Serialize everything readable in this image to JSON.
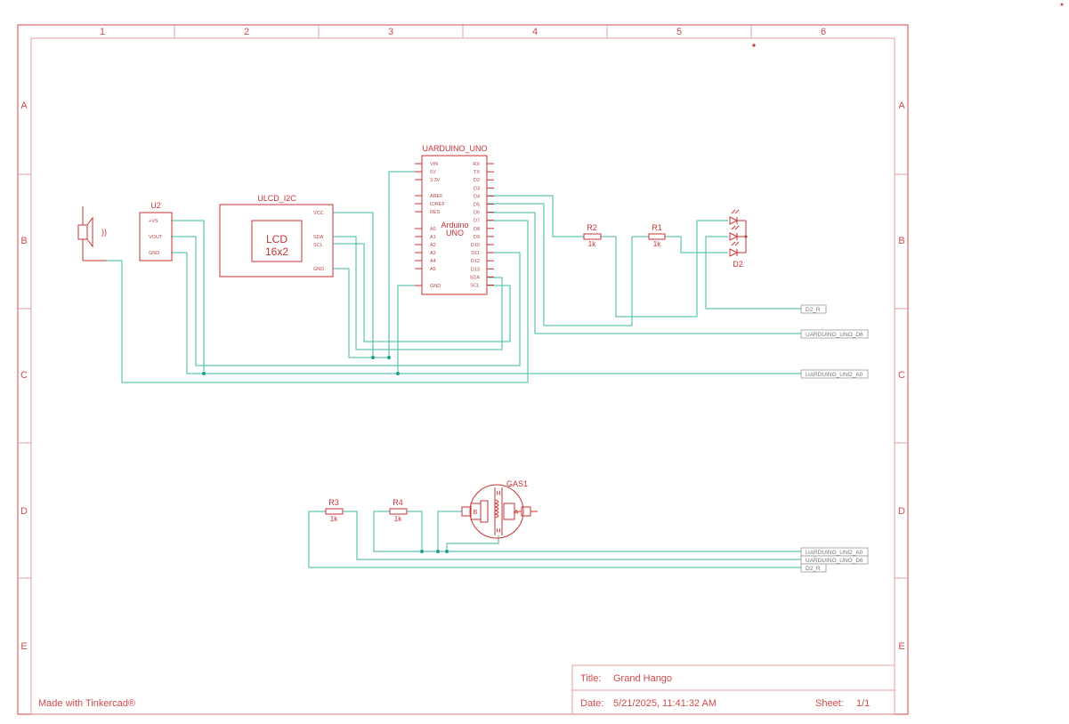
{
  "frame": {
    "columns": [
      "1",
      "2",
      "3",
      "4",
      "5",
      "6"
    ],
    "rows": [
      "A",
      "B",
      "C",
      "D",
      "E"
    ]
  },
  "footer": {
    "made_with": "Made with Tinkercad®",
    "title_label": "Title:",
    "title_value": "Grand Hango",
    "date_label": "Date:",
    "date_value": "5/21/2025, 11:41:32 AM",
    "sheet_label": "Sheet:",
    "sheet_value": "1/1"
  },
  "components": {
    "arduino": {
      "name": "UARDUINO_UNO",
      "body_line1": "Arduino",
      "body_line2": "UNO",
      "left_pins": [
        "VIN",
        "5V",
        "3.3V",
        "AREF",
        "IOREF",
        "RES",
        "A0",
        "A1",
        "A2",
        "A3",
        "A4",
        "A5",
        "GND"
      ],
      "right_pins": [
        "RX",
        "TX",
        "D2",
        "D3",
        "D4",
        "D5",
        "D6",
        "D7",
        "D8",
        "D9",
        "D10",
        "D11",
        "D12",
        "D13",
        "SDA",
        "SCL"
      ]
    },
    "lcd": {
      "name": "ULCD_I2C",
      "body_line1": "LCD",
      "body_line2": "16x2",
      "pins": [
        "VCC",
        "SDA",
        "SCL",
        "GND"
      ]
    },
    "u2": {
      "name": "U2",
      "pins": [
        "+VS",
        "VOUT",
        "GND"
      ]
    },
    "speaker_symbol": "))",
    "r1": {
      "name": "R1",
      "value": "1k"
    },
    "r2": {
      "name": "R2",
      "value": "1k"
    },
    "r3": {
      "name": "R3",
      "value": "1k"
    },
    "r4": {
      "name": "R4",
      "value": "1k"
    },
    "d2": {
      "name": "D2"
    },
    "gas": {
      "name": "GAS1",
      "pin_b": "B",
      "pin_a": "A",
      "pin_h": "H"
    }
  },
  "net_labels": {
    "upper": [
      "D2_R",
      "UARDUINO_UNO_D6",
      "UARDUINO_UNO_A0"
    ],
    "lower": [
      "UARDUINO_UNO_A0",
      "UARDUINO_UNO_D6",
      "D2_R"
    ]
  }
}
